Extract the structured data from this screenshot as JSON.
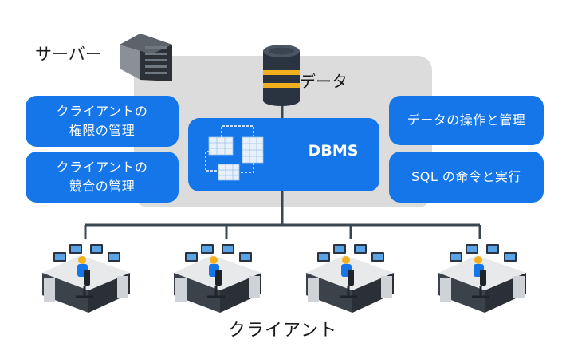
{
  "server": {
    "label": "サーバー"
  },
  "database": {
    "label": "データ"
  },
  "dbms": {
    "label": "DBMS"
  },
  "left_boxes": [
    {
      "line1": "クライアントの",
      "line2": "権限の管理"
    },
    {
      "line1": "クライアントの",
      "line2": "競合の管理"
    }
  ],
  "right_boxes": [
    {
      "text": "データの操作と管理"
    },
    {
      "text": "SQL の命令と実行"
    }
  ],
  "clients": {
    "label": "クライアント",
    "count": 4
  },
  "colors": {
    "accent": "#1476e8",
    "panel": "#dcdcdc",
    "line": "#3b4750"
  }
}
